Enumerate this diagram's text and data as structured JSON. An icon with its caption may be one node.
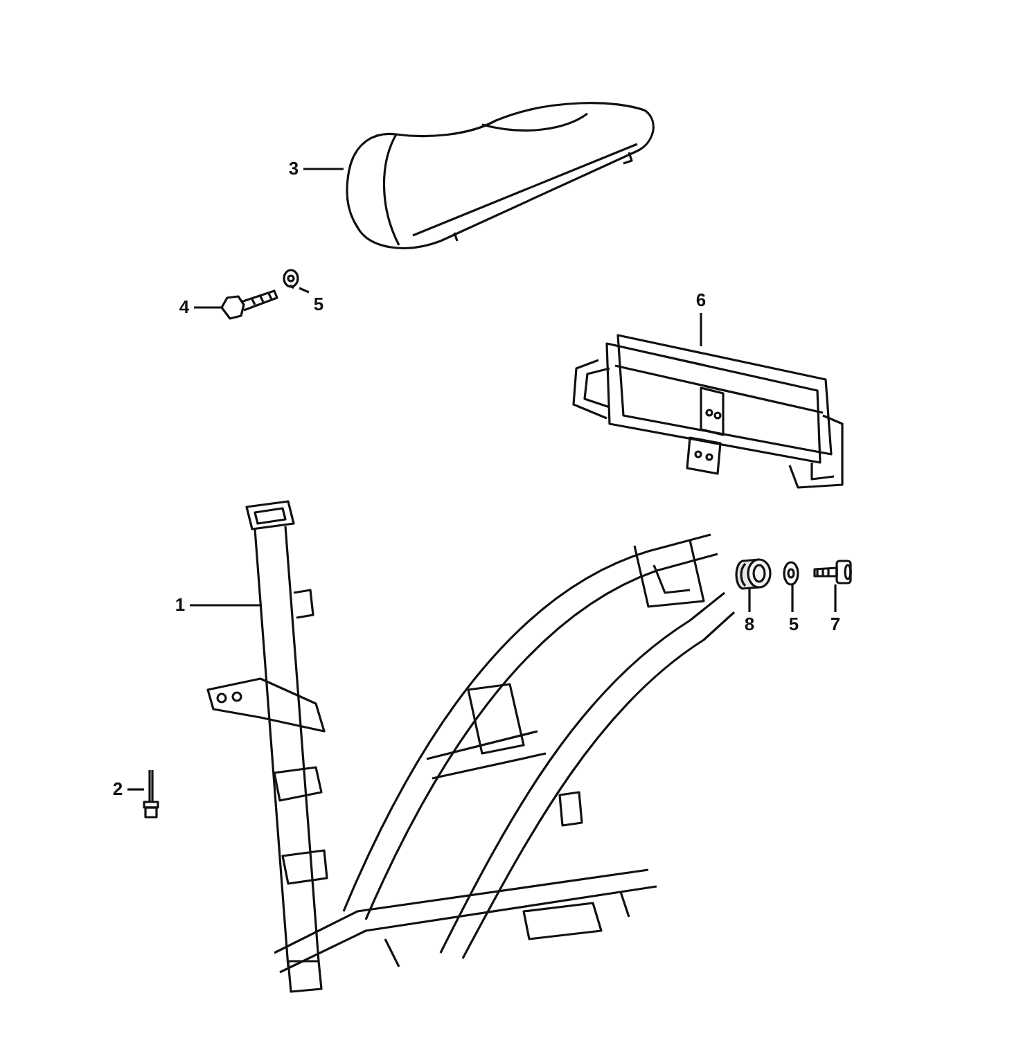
{
  "diagram": {
    "nodes": [
      {
        "text": [
          "3"
        ]
      },
      {
        "text": [
          "4"
        ]
      },
      {
        "text": [
          "5"
        ]
      },
      {
        "text": [
          "6"
        ]
      },
      {
        "text": [
          "1"
        ]
      },
      {
        "text": [
          "8"
        ]
      },
      {
        "text": [
          "5"
        ]
      },
      {
        "text": [
          "7"
        ]
      },
      {
        "text": [
          "2"
        ]
      },
      {
        "text": [],
        "shape": "picture"
      },
      {
        "text": [],
        "shape": "picture"
      },
      {
        "text": [],
        "shape": "picture"
      },
      {
        "text": [],
        "shape": "picture"
      },
      {
        "text": [],
        "shape": "picture"
      },
      {
        "text": [],
        "shape": "picture"
      },
      {
        "text": [],
        "shape": "picture"
      },
      {
        "text": [],
        "shape": "picture"
      },
      {
        "text": [],
        "shape": "picture"
      }
    ],
    "edges": [
      {
        "from": 0,
        "to": 9,
        "arrow": "none"
      },
      {
        "from": 1,
        "to": 10,
        "arrow": "none"
      },
      {
        "from": 2,
        "to": 11,
        "arrow": "none"
      },
      {
        "from": 3,
        "to": 12,
        "arrow": "none"
      },
      {
        "from": 4,
        "to": 13,
        "arrow": "none"
      },
      {
        "from": 5,
        "to": 14,
        "arrow": "none"
      },
      {
        "from": 6,
        "to": 15,
        "arrow": "none"
      },
      {
        "from": 7,
        "to": 16,
        "arrow": "none"
      },
      {
        "from": 8,
        "to": 17,
        "arrow": "none"
      }
    ]
  }
}
